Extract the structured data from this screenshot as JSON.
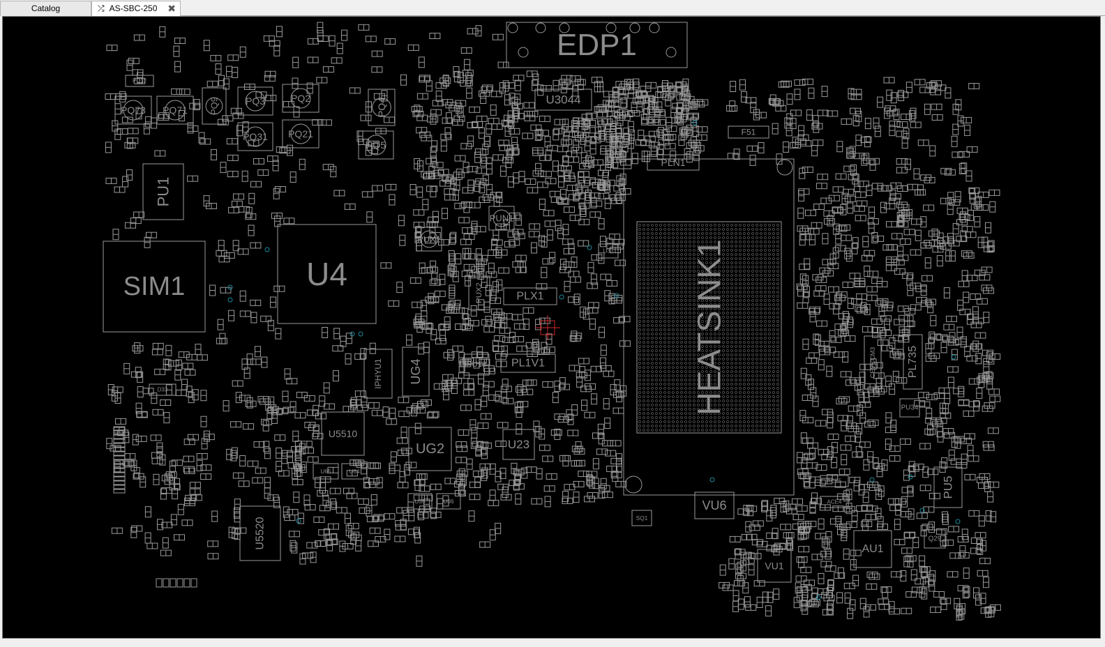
{
  "tabs": [
    {
      "label": "Catalog",
      "active": false
    },
    {
      "label": "AS-SBC-250",
      "active": true,
      "icon": "board-icon"
    }
  ],
  "colors": {
    "outline": "#9a9a9a",
    "label": "#8c8c8c",
    "via": "#1e8aa0",
    "marker": "#cc2a2a"
  },
  "board": {
    "large_labels": [
      "EDP1",
      "U4",
      "SIM1",
      "HEATSINK1",
      "U3044",
      "PU1",
      "PLX1",
      "PL1V1",
      "U5510",
      "UG2",
      "U23",
      "VU6",
      "AU1",
      "PU5",
      "U5520",
      "PL735",
      "VU1",
      "UG4",
      "IPHYU1",
      "PLN1",
      "F51"
    ],
    "small_labels": [
      "PQ73",
      "PQ71",
      "PQ9",
      "PQ3",
      "PQ2",
      "PQ31",
      "PQ21",
      "PQ4",
      "PQ5",
      "PC12",
      "PUX1",
      "PUN1",
      "PUX2",
      "PU18",
      "CEVCCM3",
      "PU34",
      "U36",
      "U35",
      "U65",
      "U64",
      "D33",
      "U35",
      "U33",
      "ACE5",
      "ACE4",
      "SQ1",
      "Q29",
      "PUN2"
    ]
  }
}
